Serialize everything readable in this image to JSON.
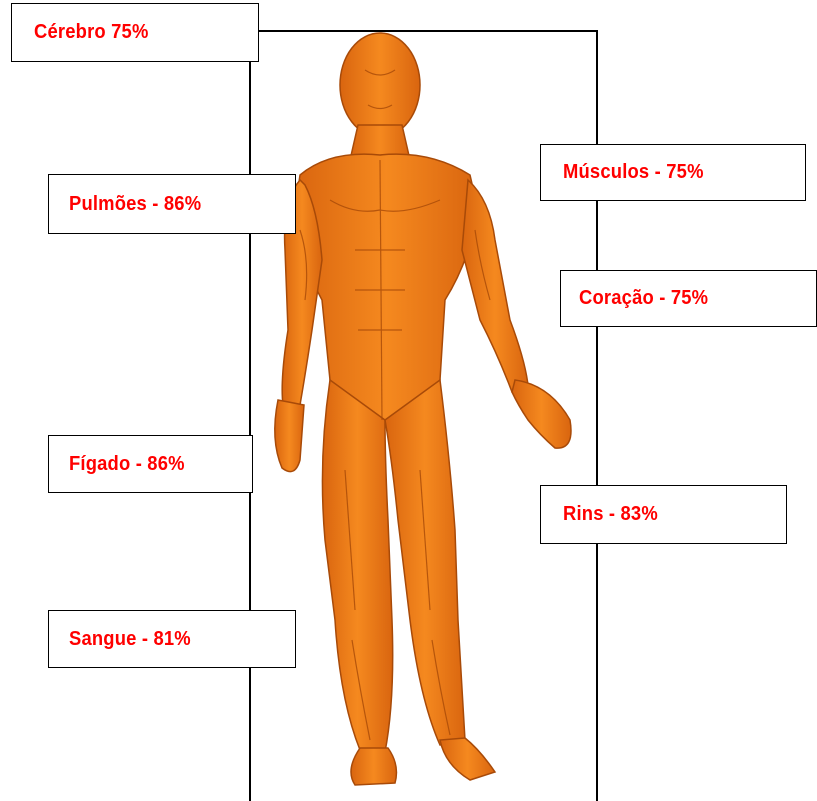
{
  "labels": {
    "cerebro": "Cérebro  75%",
    "pulmoes": "Pulmões - 86%",
    "figado": "Fígado - 86%",
    "sangue": "Sangue - 81%",
    "musculos": "Músculos - 75%",
    "coracao": "Coração - 75%",
    "rins": "Rins - 83%"
  },
  "colors": {
    "label_text": "#ff0000",
    "body_fill": "#f07d1a",
    "body_shade": "#b8500a",
    "lines": "#000000"
  },
  "icons": {
    "figure": "human-muscular-anatomy-figure"
  }
}
